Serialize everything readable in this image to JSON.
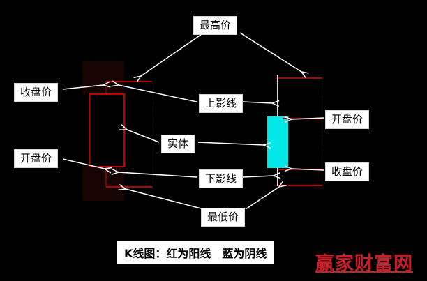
{
  "annotations": {
    "highest": "最高价",
    "upper_shadow": "上影线",
    "body": "实体",
    "lower_shadow": "下影线",
    "lowest": "最低价"
  },
  "left_candle": {
    "type": "阳线",
    "body_color": "#c00000",
    "top_label": "收盘价",
    "bottom_label": "开盘价"
  },
  "right_candle": {
    "type": "阴线",
    "body_color": "#00e8e8",
    "top_label": "开盘价",
    "bottom_label": "收盘价"
  },
  "caption": "K线图：红为阳线　蓝为阴线",
  "watermark": "赢家财富网",
  "colors": {
    "background": "#000000",
    "bullish_red": "#c00000",
    "bearish_cyan": "#00e8e8",
    "price_tick_red": "#b00000",
    "label_bg": "#ffffff",
    "label_text": "#000000",
    "arrow": "#ffffff",
    "watermark_red": "#c5202c"
  }
}
